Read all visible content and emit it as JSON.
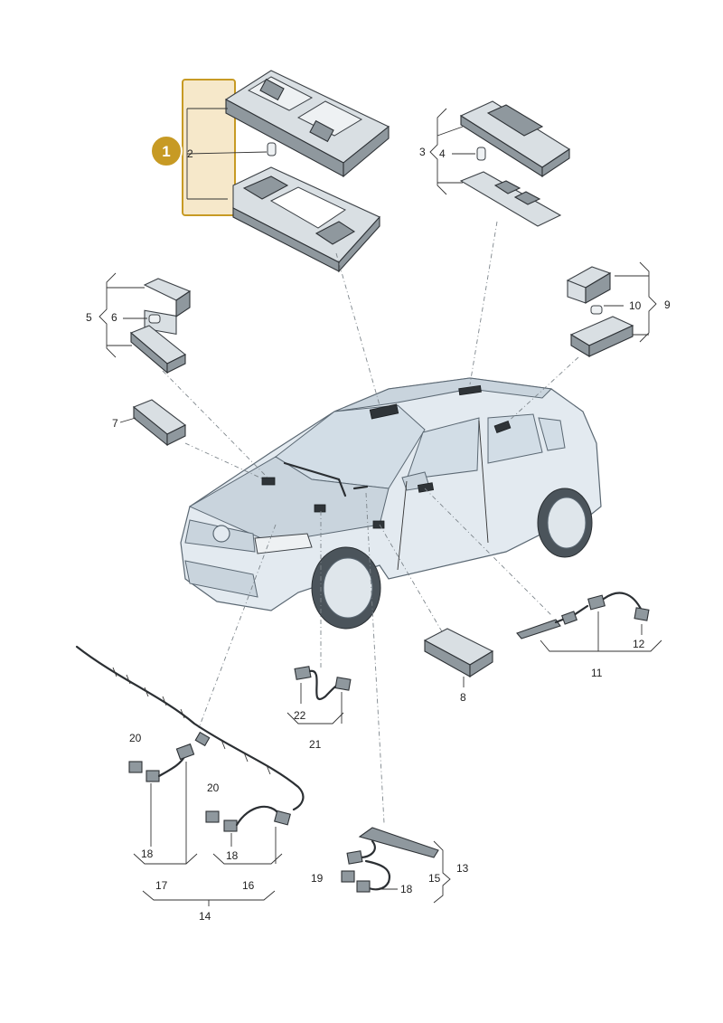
{
  "highlight": {
    "badge": "1",
    "color": "#c79a24",
    "fill": "#f3e0b8"
  },
  "callouts": [
    {
      "id": "c2",
      "text": "2"
    },
    {
      "id": "c3",
      "text": "3"
    },
    {
      "id": "c4",
      "text": "4"
    },
    {
      "id": "c5",
      "text": "5"
    },
    {
      "id": "c6",
      "text": "6"
    },
    {
      "id": "c7",
      "text": "7"
    },
    {
      "id": "c8",
      "text": "8"
    },
    {
      "id": "c9",
      "text": "9"
    },
    {
      "id": "c10",
      "text": "10"
    },
    {
      "id": "c11",
      "text": "11"
    },
    {
      "id": "c12",
      "text": "12"
    },
    {
      "id": "c13",
      "text": "13"
    },
    {
      "id": "c14",
      "text": "14"
    },
    {
      "id": "c15",
      "text": "15"
    },
    {
      "id": "c16",
      "text": "16"
    },
    {
      "id": "c17",
      "text": "17"
    },
    {
      "id": "c18a",
      "text": "18"
    },
    {
      "id": "c18b",
      "text": "18"
    },
    {
      "id": "c18c",
      "text": "18"
    },
    {
      "id": "c19",
      "text": "19"
    },
    {
      "id": "c20a",
      "text": "20"
    },
    {
      "id": "c20b",
      "text": "20"
    },
    {
      "id": "c21",
      "text": "21"
    },
    {
      "id": "c22",
      "text": "22"
    }
  ]
}
